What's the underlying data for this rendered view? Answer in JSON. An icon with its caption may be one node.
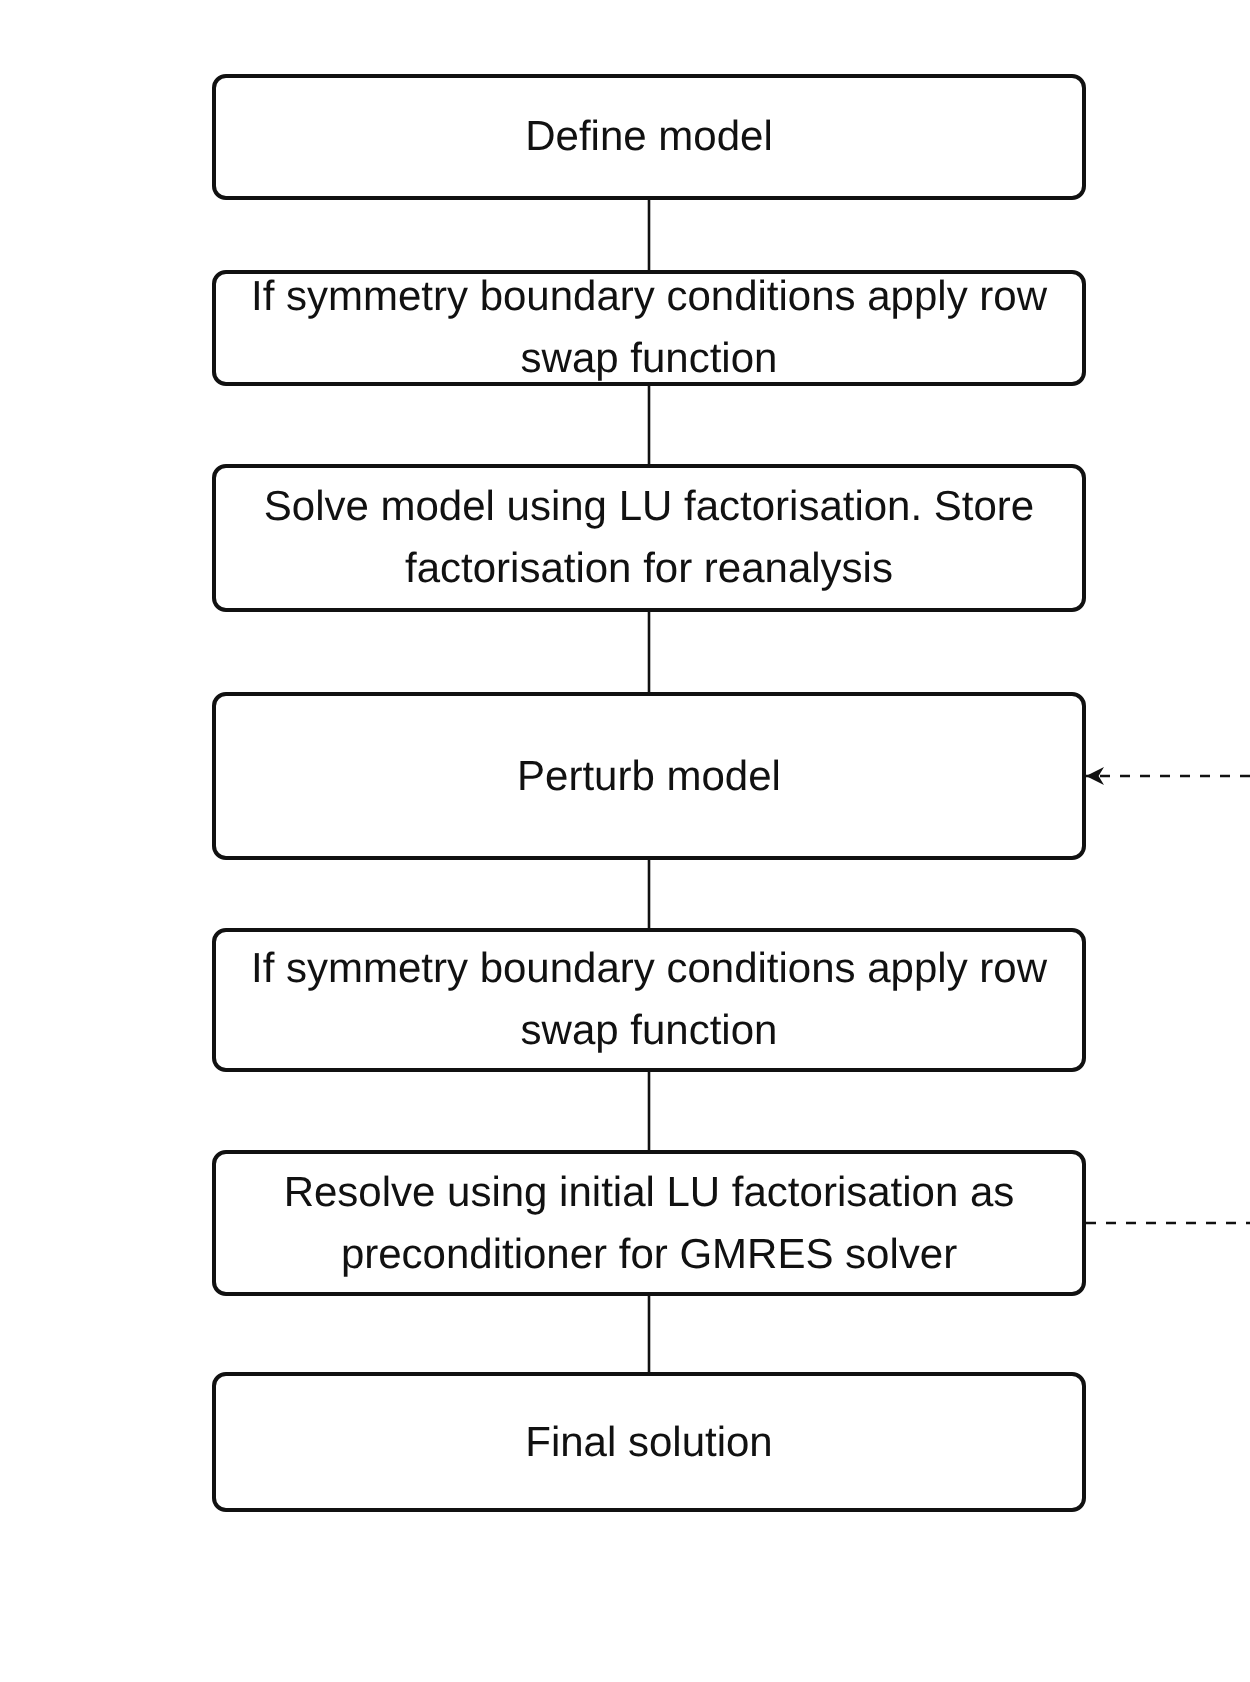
{
  "diagram": {
    "nodes": [
      {
        "text": [
          "Define model"
        ]
      },
      {
        "text": [
          "If symmetry boundary conditions apply row swap function"
        ]
      },
      {
        "text": [
          "Solve model using LU factorisation. Store factorisation for reanalysis"
        ]
      },
      {
        "text": [
          "Perturb model"
        ]
      },
      {
        "text": [
          "If symmetry boundary conditions apply row swap function"
        ]
      },
      {
        "text": [
          "Resolve using initial LU factorisation as preconditioner for GMRES solver"
        ]
      },
      {
        "text": [
          "Final solution"
        ]
      }
    ],
    "edges": [
      {
        "from": 0,
        "to": 1,
        "arrow": "none"
      },
      {
        "from": 1,
        "to": 2,
        "arrow": "none"
      },
      {
        "from": 2,
        "to": 3,
        "arrow": "none"
      },
      {
        "from": 3,
        "to": 4,
        "arrow": "none"
      },
      {
        "from": 4,
        "to": 5,
        "arrow": "none"
      },
      {
        "from": 5,
        "to": 6,
        "arrow": "none"
      },
      {
        "from": null,
        "to": 3,
        "arrow": "to",
        "style": "dashed"
      },
      {
        "from": 5,
        "to": null,
        "arrow": "none",
        "style": "dashed"
      }
    ]
  }
}
